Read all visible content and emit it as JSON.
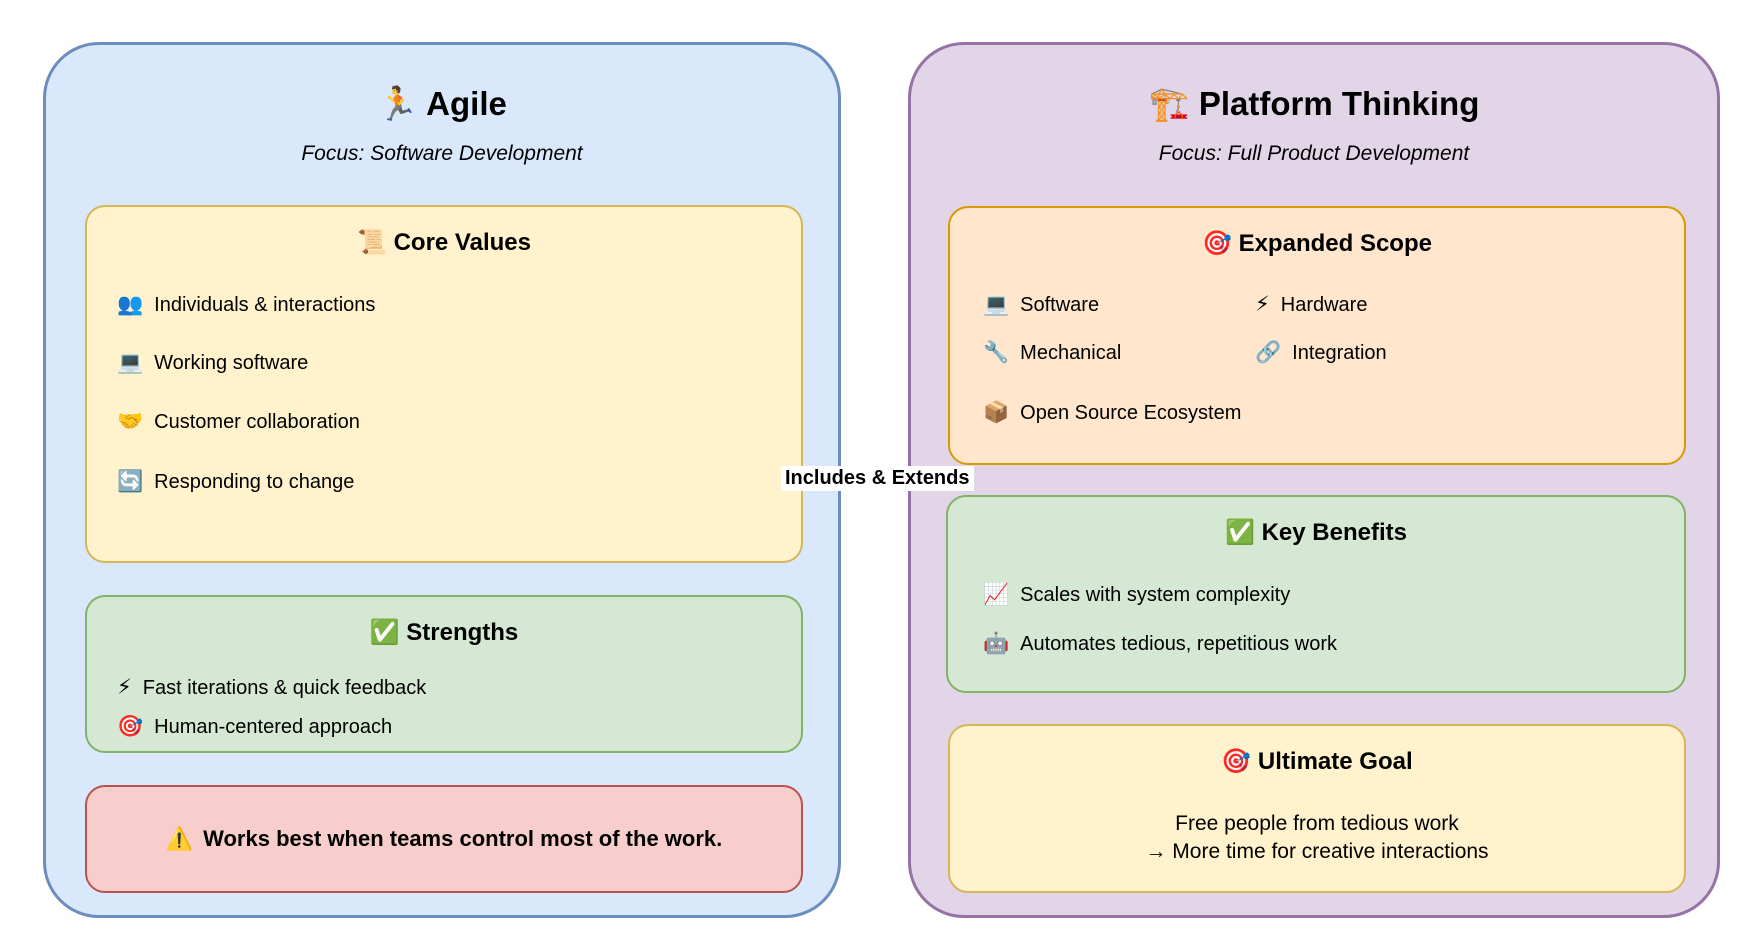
{
  "connector_label": "Includes & Extends",
  "palette": {
    "agile_fill": "#dae8fc",
    "agile_border": "#6c8ebf",
    "platform_fill": "#e1d5e7",
    "platform_border": "#9673a6",
    "yellow_fill": "#fff2cc",
    "yellow_border": "#d6b656",
    "green_fill": "#d5e8d4",
    "green_border": "#82b366",
    "red_fill": "#f8cecc",
    "red_border": "#b85450",
    "orange_fill": "#ffe6cc",
    "orange_border": "#d79b00"
  },
  "agile": {
    "icon": "🏃",
    "title": "Agile",
    "subtitle": "Focus: Software Development",
    "core_values": {
      "icon": "📜",
      "title": "Core Values",
      "items": [
        {
          "icon": "👥",
          "label": "Individuals & interactions"
        },
        {
          "icon": "💻",
          "label": "Working software"
        },
        {
          "icon": "🤝",
          "label": "Customer collaboration"
        },
        {
          "icon": "🔄",
          "label": "Responding to change"
        }
      ]
    },
    "strengths": {
      "icon": "✅",
      "title": "Strengths",
      "items": [
        {
          "icon": "⚡",
          "label": "Fast iterations & quick feedback"
        },
        {
          "icon": "🎯",
          "label": "Human-centered approach"
        }
      ]
    },
    "caveat": {
      "icon": "⚠️",
      "text": "Works best when teams control most of the work."
    }
  },
  "platform": {
    "icon": "🏗️",
    "title": "Platform Thinking",
    "subtitle": "Focus: Full Product Development",
    "expanded_scope": {
      "icon": "🎯",
      "title": "Expanded Scope",
      "items": [
        {
          "icon": "💻",
          "label": "Software"
        },
        {
          "icon": "⚡",
          "label": "Hardware"
        },
        {
          "icon": "🔧",
          "label": "Mechanical"
        },
        {
          "icon": "🔗",
          "label": "Integration"
        },
        {
          "icon": "📦",
          "label": "Open Source Ecosystem"
        }
      ]
    },
    "key_benefits": {
      "icon": "✅",
      "title": "Key Benefits",
      "items": [
        {
          "icon": "📈",
          "label": "Scales with system complexity"
        },
        {
          "icon": "🤖",
          "label": "Automates tedious, repetitious work"
        }
      ]
    },
    "ultimate_goal": {
      "icon": "🎯",
      "title": "Ultimate Goal",
      "lines": [
        "Free people from tedious work",
        "→ More time for creative interactions"
      ]
    }
  }
}
